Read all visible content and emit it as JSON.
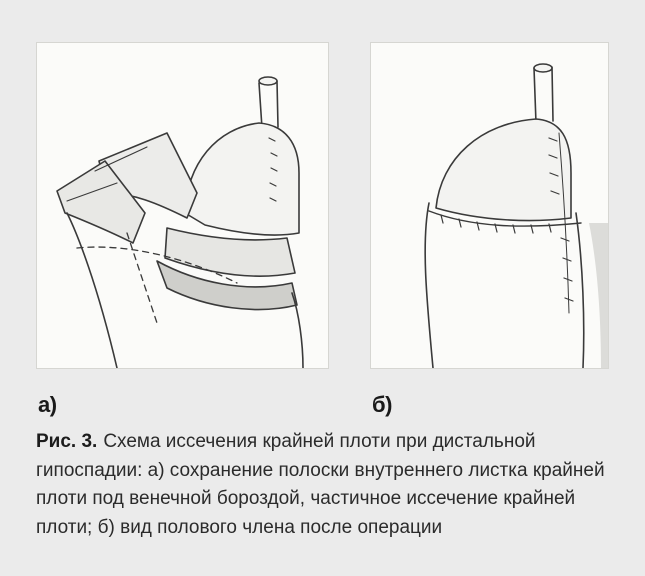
{
  "figure": {
    "panel_a_label": "а)",
    "panel_b_label": "б)",
    "caption_number": "Рис. 3.",
    "caption_text": "Схема иссечения крайней плоти при дистальной гипоспадии: а) сохранение полоски внутреннего листка крайней плоти под венечной бороздой, частичное иссечение крайней плоти; б) вид полового члена после операции"
  },
  "colors": {
    "background": "#ebebeb",
    "sketch_paper": "#fbfbf9",
    "ink": "#3a3a3a"
  }
}
